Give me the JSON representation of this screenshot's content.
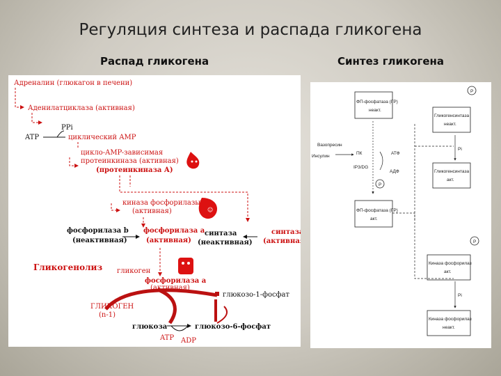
{
  "title": "Регуляция синтеза и распада гликогена",
  "subtitle_left": "Распад гликогена",
  "subtitle_right": "Синтез гликогена",
  "left": {
    "adrenaline": "Адреналин (глюкагон в печени)",
    "adenylate_cyclase": "Аденилатциклаза (активная)",
    "ppi": "PPi",
    "atp_top": "ATP",
    "camp": "циклический AMP",
    "pka_1": "цикло-AMP-зависимая",
    "pka_2": "протеинкиназа (активная)",
    "pka_3": "(протеинкиназа А)",
    "phk_1": "киназа фосфорилазы",
    "phk_2": "(активная)",
    "phos_b_1": "фосфорилаза b",
    "phos_b_2": "(неактивная)",
    "phos_a_1": "фосфорилаза а",
    "phos_a_2": "(активная)",
    "synth_inact_1": "синтаза",
    "synth_inact_2": "(неактивная)",
    "synth_act_1": "синтаза",
    "synth_act_2": "(активная)",
    "glycogenolysis": "Гликогенолиз",
    "glycogen_n": "гликоген",
    "phos_a2_1": "фосфорилаза а",
    "phos_a2_2": "(активная)",
    "g1p": "глюкозо-1-фосфат",
    "glycogen_n1_1": "ГЛИКОГЕН",
    "glycogen_n1_2": "(n-1)",
    "glucose": "глюкоза",
    "g6p": "глюкозо-6-фосфат",
    "atp_bottom": "ATP",
    "adp_bottom": "ADP"
  },
  "right": {
    "p_badge": "P",
    "pp1_inact_1": "ФП-фосфатаза (ГР)",
    "pp1_inact_2": "неакт.",
    "gs_inact_1": "Гликогенсинтаза",
    "gs_inact_2": "неакт.",
    "insulin_1": "Вазопресин",
    "insulin_2": "Инсулин",
    "ck": "ПК",
    "ip3": "IP3/DG",
    "atp": "АТФ",
    "adp": "АДФ",
    "pi_1": "Pi",
    "gs_act_1": "Гликогенсинтаза",
    "gs_act_2": "акт.",
    "pp1_act_1": "ФП-фосфатаза (ГР)",
    "pp1_act_2": "акт.",
    "phk_act_1": "Киназа фосфорилаз",
    "phk_act_2": "акт.",
    "pi_2": "Pi",
    "phk_inact_1": "Киназа фосфорилаз",
    "phk_inact_2": "неакт."
  },
  "colors": {
    "accent": "#cc1111",
    "text": "#111111"
  }
}
